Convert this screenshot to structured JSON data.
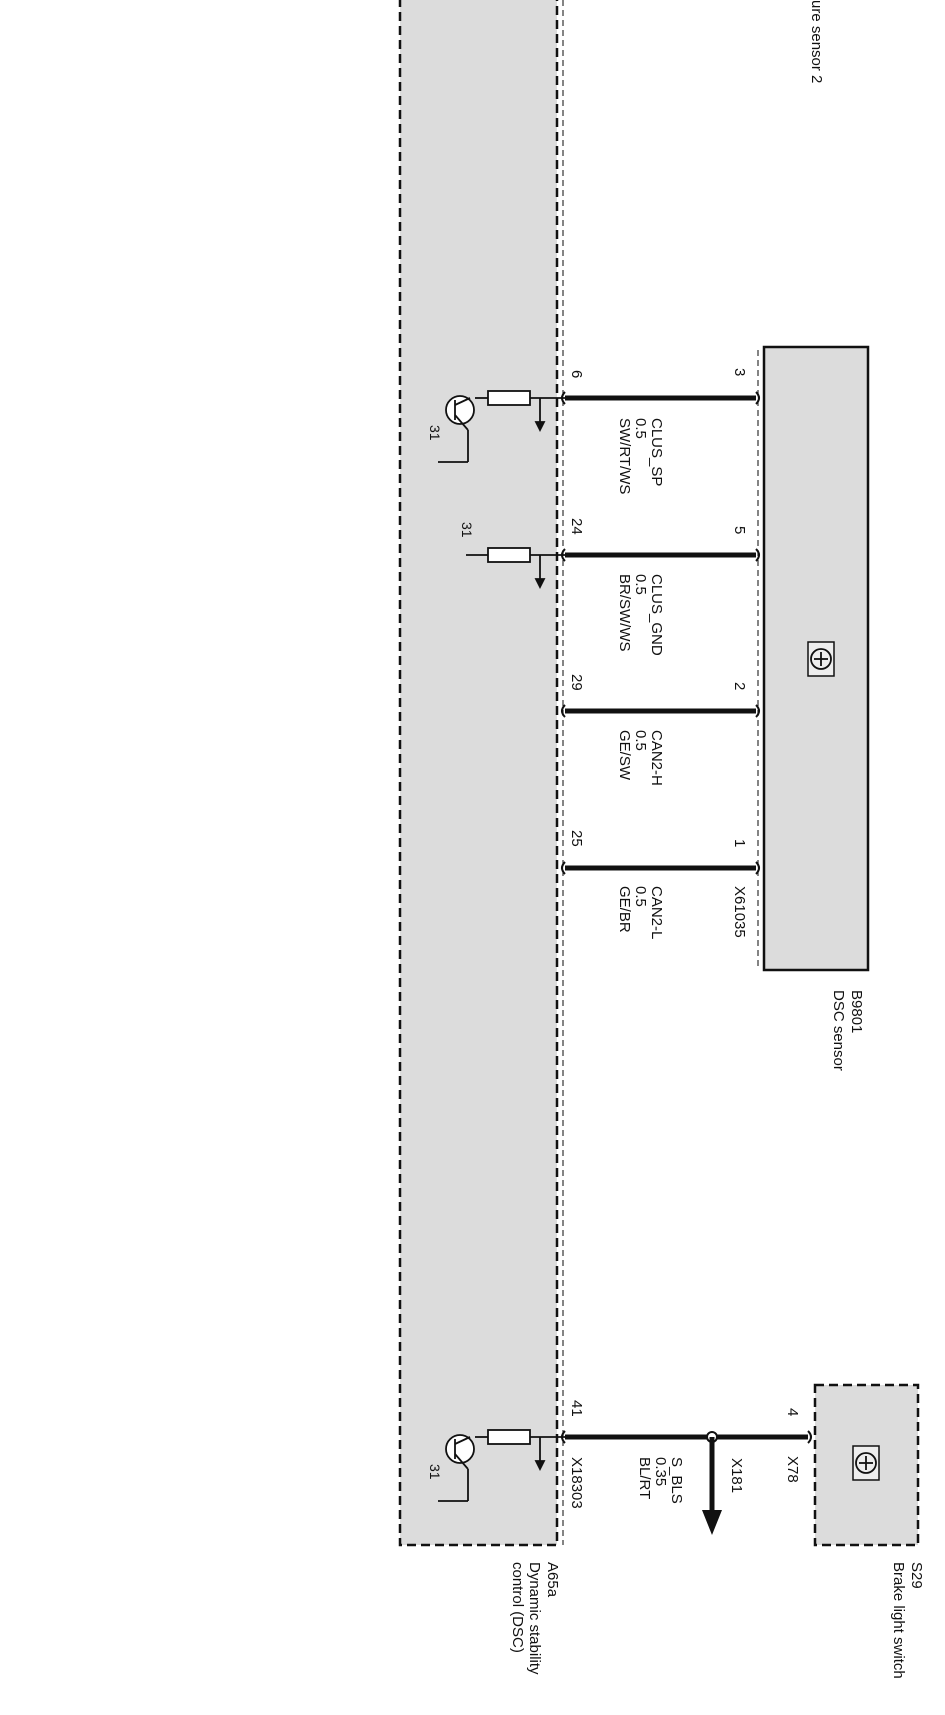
{
  "top_partial_label": "ure sensor 2",
  "dsc_sensor": {
    "id": "B9801",
    "name": "DSC sensor",
    "connector": "X61035"
  },
  "dsc_unit": {
    "id": "A65a",
    "name_line1": "Dynamic stability",
    "name_line2": "control (DSC)",
    "connector": "X18303"
  },
  "brake_switch": {
    "id": "S29",
    "name": "Brake light switch",
    "connector": "X78",
    "pin": "4"
  },
  "splice_connector": "X181",
  "ground_label": "31",
  "wires": [
    {
      "signal": "CLUS_SP",
      "gauge": "0.5",
      "color": "SW/RT/WS",
      "sensor_pin": "3",
      "dsc_pin": "6"
    },
    {
      "signal": "CLUS_GND",
      "gauge": "0.5",
      "color": "BR/SW/WS",
      "sensor_pin": "5",
      "dsc_pin": "24"
    },
    {
      "signal": "CAN2-H",
      "gauge": "0.5",
      "color": "GE/SW",
      "sensor_pin": "2",
      "dsc_pin": "29"
    },
    {
      "signal": "CAN2-L",
      "gauge": "0.5",
      "color": "GE/BR",
      "sensor_pin": "1",
      "dsc_pin": "25"
    }
  ],
  "brake_wire": {
    "signal": "S_BLS",
    "gauge": "0.35",
    "color": "BL/RT",
    "dsc_pin": "41"
  }
}
